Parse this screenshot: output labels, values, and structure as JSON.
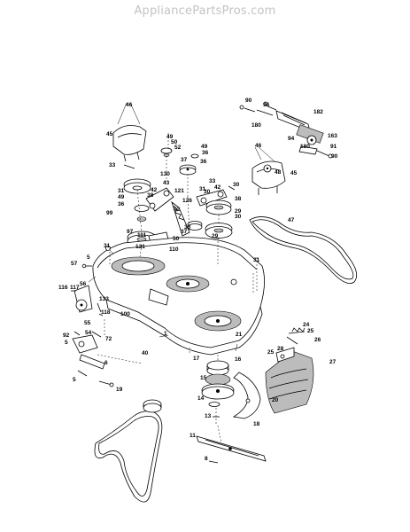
{
  "watermark": "AppliancePartsPros.com",
  "labels": [
    "90",
    "96",
    "182",
    "180",
    "163",
    "94",
    "180",
    "91",
    "90",
    "46",
    "46",
    "45",
    "49",
    "50",
    "52",
    "49",
    "36",
    "37",
    "36",
    "48",
    "45",
    "33",
    "130",
    "43",
    "31",
    "42",
    "49",
    "38",
    "121",
    "42",
    "33",
    "30",
    "36",
    "31",
    "38",
    "126",
    "30",
    "99",
    "92",
    "29",
    "30",
    "97",
    "30",
    "37",
    "50",
    "111",
    "131",
    "29",
    "110",
    "47",
    "31",
    "57",
    "5",
    "31",
    "116",
    "117",
    "56",
    "133",
    "118",
    "100",
    "55",
    "54",
    "72",
    "92",
    "5",
    "6",
    "5",
    "19",
    "40",
    "1",
    "17",
    "21",
    "24",
    "25",
    "28",
    "26",
    "25",
    "27",
    "16",
    "15",
    "14",
    "20",
    "13",
    "18",
    "11",
    "8"
  ]
}
